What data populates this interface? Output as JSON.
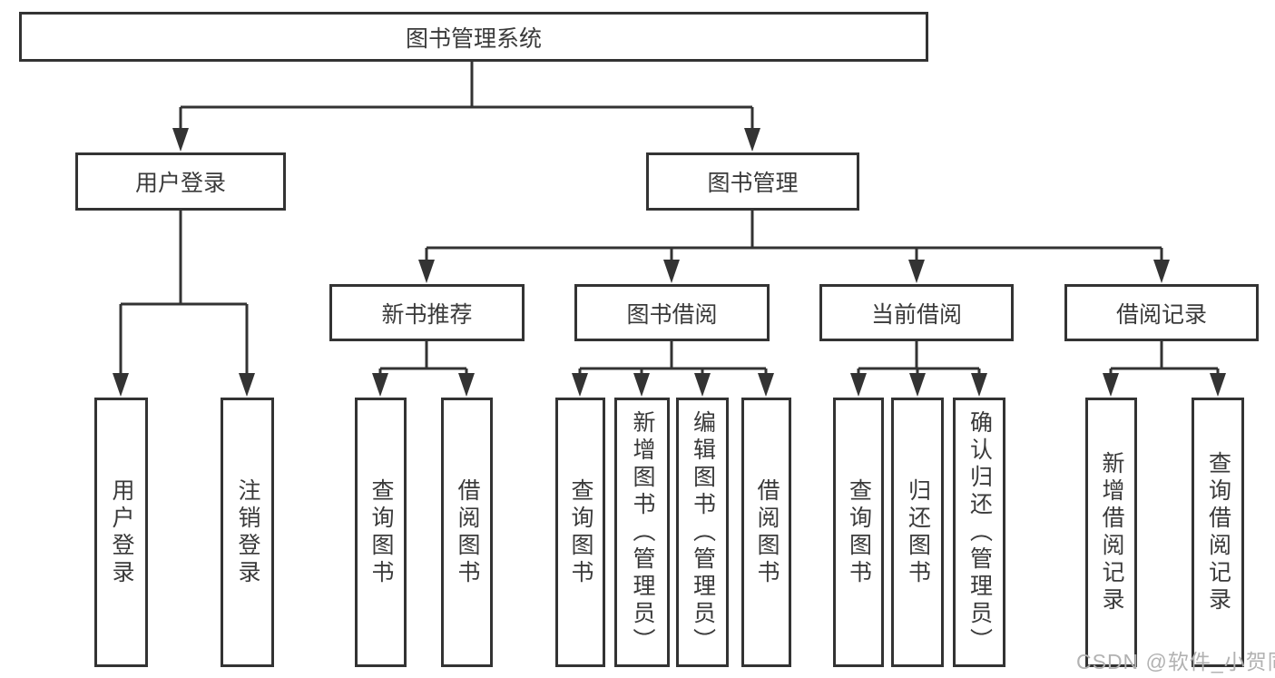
{
  "diagram": {
    "root": "图书管理系统",
    "level2": [
      "用户登录",
      "图书管理"
    ],
    "level3": [
      "新书推荐",
      "图书借阅",
      "当前借阅",
      "借阅记录"
    ],
    "leaves": {
      "user_login": [
        "用户登录",
        "注销登录"
      ],
      "new_book": [
        "查询图书",
        "借阅图书"
      ],
      "book_borrow": [
        "查询图书",
        "新增图书（管理员）",
        "编辑图书（管理员）",
        "借阅图书"
      ],
      "current_borrow": [
        "查询图书",
        "归还图书",
        "确认归还（管理员）"
      ],
      "borrow_records": [
        "新增借阅记录",
        "查询借阅记录"
      ]
    }
  },
  "watermark": "CSDN @软件_小贺同学",
  "colors": {
    "line": "#333333",
    "text": "#3a3a3a",
    "background": "#ffffff",
    "watermark": "#b2b2b2"
  }
}
